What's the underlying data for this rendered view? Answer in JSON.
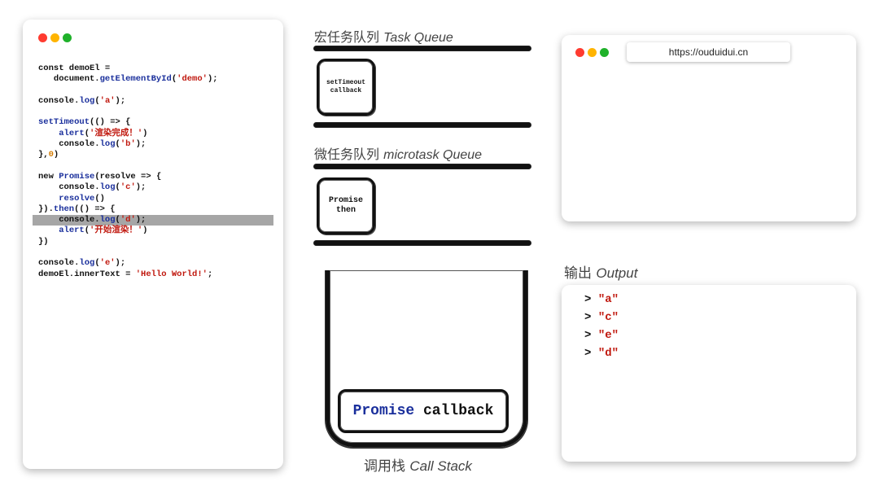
{
  "colors": {
    "dot_red": "#ff3b30",
    "dot_yellow": "#ffb400",
    "dot_green": "#1fb12a",
    "fn_blue": "#1a2f9c",
    "str_red": "#c0180e",
    "num_orange": "#d47b00"
  },
  "code": {
    "lines": [
      [
        {
          "t": "const demoEl ="
        }
      ],
      [
        {
          "t": "   document."
        },
        {
          "t": "getElementById",
          "c": "fn"
        },
        {
          "t": "("
        },
        {
          "t": "'demo'",
          "c": "str"
        },
        {
          "t": ");"
        }
      ],
      [],
      [
        {
          "t": "console."
        },
        {
          "t": "log",
          "c": "fn"
        },
        {
          "t": "("
        },
        {
          "t": "'a'",
          "c": "str"
        },
        {
          "t": ");"
        }
      ],
      [],
      [
        {
          "t": "setTimeout",
          "c": "fn"
        },
        {
          "t": "(() => {"
        }
      ],
      [
        {
          "t": "    "
        },
        {
          "t": "alert",
          "c": "fn"
        },
        {
          "t": "("
        },
        {
          "t": "'渲染完成！'",
          "c": "str"
        },
        {
          "t": ")"
        }
      ],
      [
        {
          "t": "    console."
        },
        {
          "t": "log",
          "c": "fn"
        },
        {
          "t": "("
        },
        {
          "t": "'b'",
          "c": "str"
        },
        {
          "t": ");"
        }
      ],
      [
        {
          "t": "},"
        },
        {
          "t": "0",
          "c": "num"
        },
        {
          "t": ")"
        }
      ],
      [],
      [
        {
          "t": "new "
        },
        {
          "t": "Promise",
          "c": "fn"
        },
        {
          "t": "(resolve => {"
        }
      ],
      [
        {
          "t": "    console."
        },
        {
          "t": "log",
          "c": "fn"
        },
        {
          "t": "("
        },
        {
          "t": "'c'",
          "c": "str"
        },
        {
          "t": ");"
        }
      ],
      [
        {
          "t": "    "
        },
        {
          "t": "resolve",
          "c": "fn"
        },
        {
          "t": "()"
        }
      ],
      [
        {
          "t": "})."
        },
        {
          "t": "then",
          "c": "fn"
        },
        {
          "t": "(() => {"
        }
      ],
      [
        {
          "t": "    console."
        },
        {
          "t": "log",
          "c": "fn"
        },
        {
          "t": "("
        },
        {
          "t": "'d'",
          "c": "str"
        },
        {
          "t": ");"
        }
      ],
      [
        {
          "t": "    "
        },
        {
          "t": "alert",
          "c": "fn"
        },
        {
          "t": "("
        },
        {
          "t": "'开始渲染！'",
          "c": "str"
        },
        {
          "t": ")"
        }
      ],
      [
        {
          "t": "})"
        }
      ],
      [],
      [
        {
          "t": "console."
        },
        {
          "t": "log",
          "c": "fn"
        },
        {
          "t": "("
        },
        {
          "t": "'e'",
          "c": "str"
        },
        {
          "t": ");"
        }
      ],
      [
        {
          "t": "demoEl.innerText = "
        },
        {
          "t": "'Hello World!'",
          "c": "str"
        },
        {
          "t": ";"
        }
      ]
    ],
    "highlight_line": 14
  },
  "task_queue": {
    "label_cn": "宏任务队列",
    "label_en": "Task Queue",
    "item_line1": "setTimeout",
    "item_line2": "callback"
  },
  "microtask_queue": {
    "label_cn": "微任务队列",
    "label_en": "microtask Queue",
    "item_line1": "Promise",
    "item_line2": "then"
  },
  "call_stack": {
    "label_cn": "调用栈",
    "label_en": "Call Stack",
    "item_part1": "Promise",
    "item_part2": "callback"
  },
  "browser": {
    "url": "https://ouduidui.cn"
  },
  "output": {
    "label_cn": "输出",
    "label_en": "Output",
    "prompt": ">",
    "lines": [
      "\"a\"",
      "\"c\"",
      "\"e\"",
      "\"d\""
    ]
  }
}
